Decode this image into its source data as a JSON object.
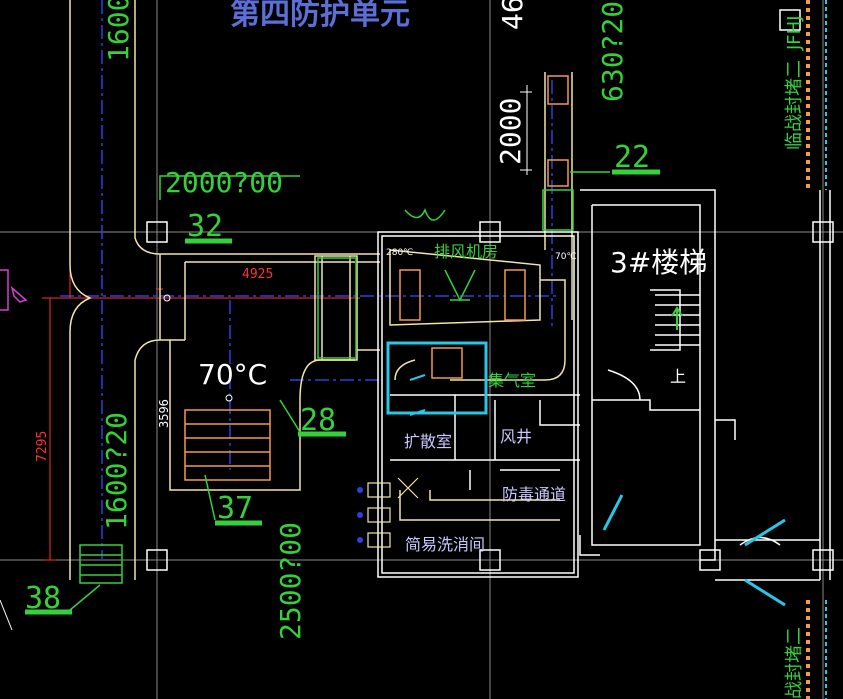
{
  "title": "第四防护单元",
  "colors": {
    "background": "#000000",
    "wall": "#ffffff",
    "duct": "#f0e6a8",
    "green": "#34d13a",
    "blue_axis": "#2f3fe0",
    "red": "#ff3030",
    "cyan": "#29c7e6",
    "magenta": "#d040d0",
    "orange": "#f59a4a",
    "gray_grid": "#8a8a8a"
  },
  "dimensions": {
    "d_2000x00": "2000?00",
    "d_1600_top": "1600",
    "d_1600x20": "1600?20",
    "d_2500x00": "2500?00",
    "d_630x20": "630?20",
    "d_2000_v": "2000",
    "d_46": "46",
    "d_4925": "4925",
    "d_7295": "7295",
    "d_3596": "3596"
  },
  "callouts": {
    "c32": "32",
    "c22": "22",
    "c28": "28",
    "c37": "37",
    "c38": "38"
  },
  "temps": {
    "big_70": "70°C",
    "small_280": "280℃",
    "small_70": "70℃"
  },
  "rooms": {
    "exhaust_room": "排风机房",
    "gas_room": "集气室",
    "expansion_room": "扩散室",
    "air_shaft": "风井",
    "anti_gas_passage": "防毒通道",
    "decon_room": "简易洗消间",
    "stair": "3#楼梯",
    "up": "上"
  },
  "side_labels": {
    "temp_seal_top": "临战封堵二",
    "jfhj": "JFHJ",
    "temp_seal_bottom": "战封堵二"
  }
}
